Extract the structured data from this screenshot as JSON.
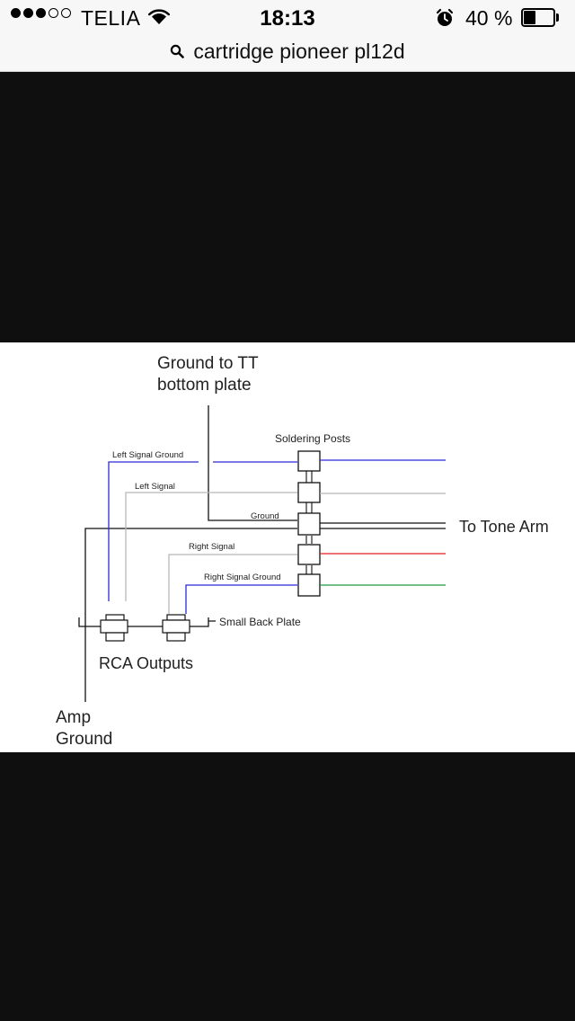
{
  "status_bar": {
    "carrier": "TELIA",
    "time": "18:13",
    "battery_percent": "40 %",
    "battery_level": 0.4,
    "signal_bars_filled": 3,
    "signal_bars_total": 5
  },
  "browser": {
    "search_query": "cartridge pioneer pl12d"
  },
  "diagram": {
    "ground_to_tt_line1": "Ground to TT",
    "ground_to_tt_line2": "bottom plate",
    "soldering_posts": "Soldering Posts",
    "left_signal_ground": "Left Signal Ground",
    "left_signal": "Left Signal",
    "ground": "Ground",
    "to_tone_arm": "To Tone Arm",
    "right_signal": "Right Signal",
    "right_signal_ground": "Right Signal Ground",
    "small_back_plate": "Small Back Plate",
    "rca_outputs": "RCA Outputs",
    "amp_ground_line1": "Amp",
    "amp_ground_line2": "Ground"
  },
  "colors": {
    "background": "#0f0f0f",
    "wire_blue": "#2b2bd6",
    "wire_gray": "#b8b8b8",
    "wire_red": "#e02020",
    "wire_green": "#1e9a3c",
    "wire_black": "#111111"
  }
}
